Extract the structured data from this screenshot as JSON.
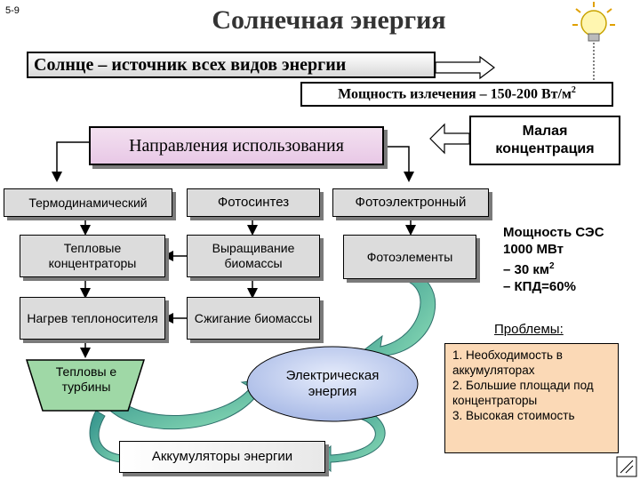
{
  "slide_number": "5-9",
  "title": "Солнечная энергия",
  "subtitle": "Солнце – источник всех видов энергии",
  "power_line_text": "Мощность излечения – 150-200 Вт/м",
  "power_line_sup": "2",
  "low_concentration": "Малая концентрация",
  "directions": "Направления использования",
  "column1": {
    "header": "Термодинамический",
    "item1": "Тепловые концентраторы",
    "item2": "Нагрев теплоносителя",
    "item3": "Тепловы е турбины"
  },
  "column2": {
    "header": "Фотосинтез",
    "item1": "Выращивание биомассы",
    "item2": "Сжигание биомассы"
  },
  "column3": {
    "header": "Фотоэлектронный",
    "item1": "Фотоэлементы"
  },
  "electric_energy": "Электрическая энергия",
  "accumulators": "Аккумуляторы энергии",
  "ses": {
    "line1": "Мощность СЭС",
    "line2": "1000 МВт",
    "line3a": "– 30 км",
    "line3sup": "2",
    "line4": "– КПД=60%"
  },
  "problems": {
    "title": "Проблемы:",
    "p1": "1. Необходимость в аккумуляторах",
    "p2": "2. Большие площади под концентраторы",
    "p3": "3. Высокая стоимость"
  },
  "colors": {
    "pink": "#e8c8e6",
    "grey": "#dcdcdc",
    "problems_bg": "#fbd9b6",
    "electric_bg": "#c9d4f0",
    "arrow_green": "#6ccfa8"
  },
  "icons": [
    "lightbulb-icon",
    "corner-mark-icon"
  ]
}
